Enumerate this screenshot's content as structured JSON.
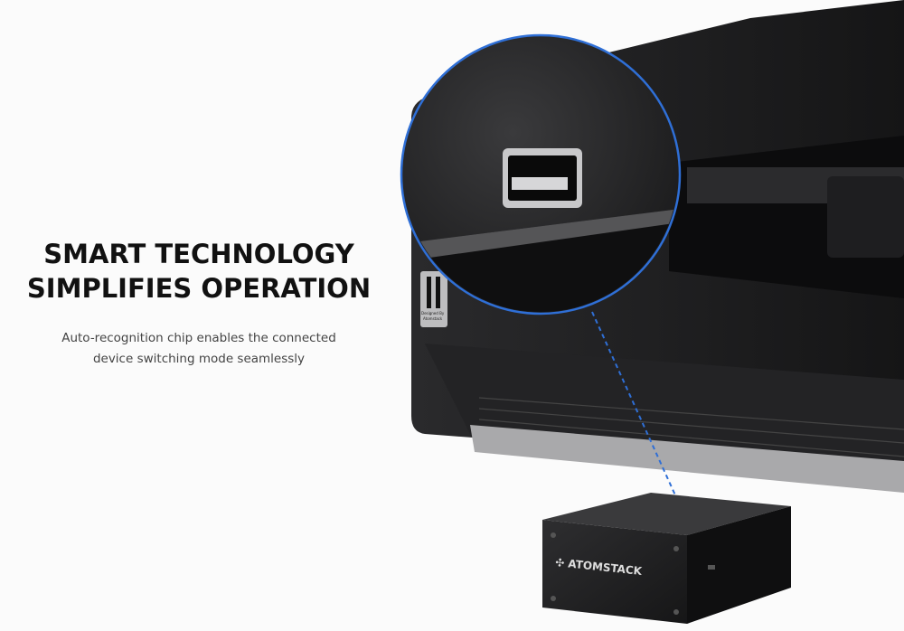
{
  "headline": {
    "line1": "SMART TECHNOLOGY",
    "line2": "SIMPLIFIES OPERATION"
  },
  "description": {
    "line1": "Auto-recognition chip enables the connected",
    "line2": "device switching mode seamlessly"
  },
  "product": {
    "module_brand": "ATOMSTACK",
    "label_line1": "Designed By",
    "label_line2": "Atomstack"
  },
  "colors": {
    "accent": "#2f6fd6",
    "body": "#1c1c1e",
    "background": "#fbfbfb"
  }
}
